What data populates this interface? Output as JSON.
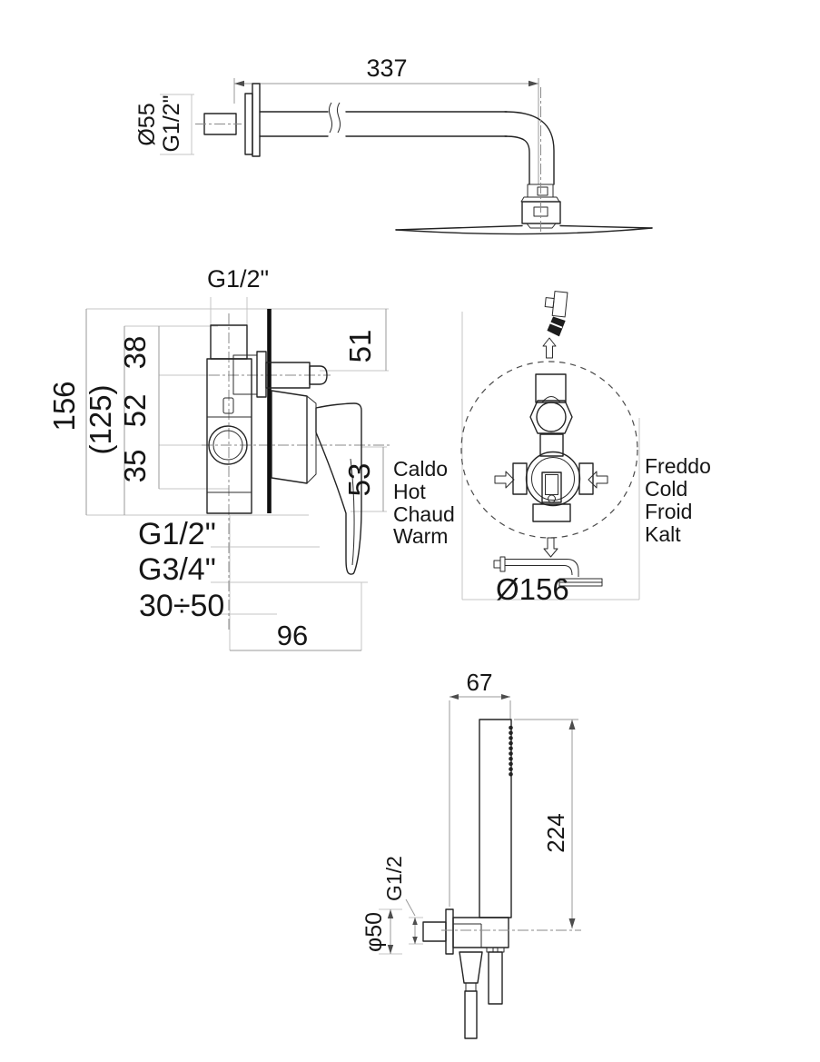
{
  "palette": {
    "background": "#ffffff",
    "object_line": "#232323",
    "dimension_line": "#9a9a9a",
    "wall_line": "#0f0f0f"
  },
  "shower_arm": {
    "length": "337",
    "flange_diameter": "Ø55",
    "thread": "G1/2\""
  },
  "mixer": {
    "thread_top": "G1/2\"",
    "height_total": "156",
    "height_alt": "(125)",
    "seg_top": "38",
    "seg_mid": "52",
    "seg_bottom": "35",
    "depth_top": "51",
    "handle_height": "53",
    "hot_labels": [
      "Caldo",
      "Hot",
      "Chaud",
      "Warm"
    ],
    "thread_shower_outlet": "G1/2\"",
    "thread_spout_outlet": "G3/4\"",
    "mounting_depth_range": "30÷50",
    "width": "96"
  },
  "front_view": {
    "cold_labels": [
      "Freddo",
      "Cold",
      "Froid",
      "Kalt"
    ],
    "plate_diameter": "Ø156"
  },
  "hand_shower": {
    "wall_offset": "67",
    "height": "224",
    "thread": "G1/2",
    "flange_diameter": "φ50"
  }
}
